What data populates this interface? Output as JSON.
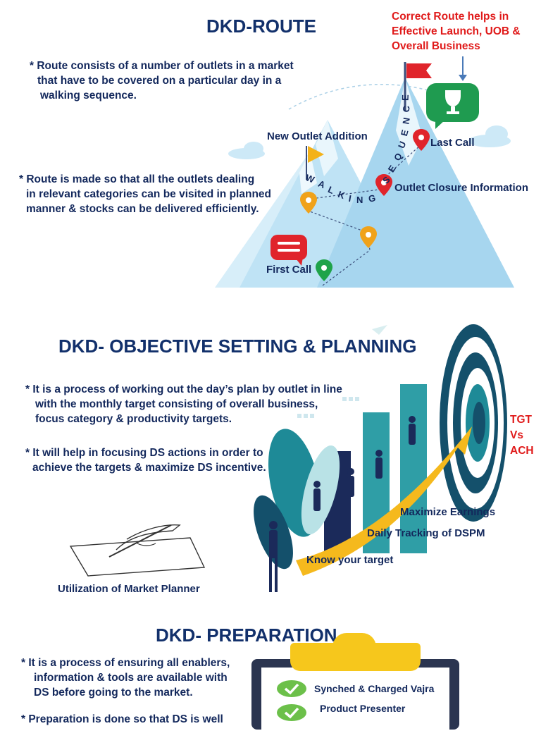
{
  "route": {
    "title": "DKD-ROUTE",
    "p1_l1": "* Route consists of a number of outlets in a market",
    "p1_l2": "that have to be covered on a particular day in a",
    "p1_l3": "walking sequence.",
    "p2_l1": "* Route is made so that all the outlets dealing",
    "p2_l2": "in relevant categories can be visited in planned",
    "p2_l3": "manner & stocks can be delivered efficiently.",
    "callout_l1": "Correct Route helps in",
    "callout_l2": "Effective Launch, UOB &",
    "callout_l3": "Overall Business",
    "label_new_outlet": "New Outlet Addition",
    "label_last_call": "Last Call",
    "label_closure": "Outlet Closure Information",
    "label_first_call": "First Call",
    "walking_text": "WALKING SEQUENCE",
    "colors": {
      "red": "#e01a1a",
      "navy": "#13285c",
      "mountain": "#bfe3f5"
    }
  },
  "objective": {
    "title": "DKD- OBJECTIVE SETTING & PLANNING",
    "p1_l1": "*  It is a process of working out the day’s plan by outlet in line",
    "p1_l2": "with the monthly target consisting of overall business,",
    "p1_l3": "focus category & productivity targets.",
    "p2_l1": "* It will help in focusing DS actions in order to",
    "p2_l2": "achieve the targets & maximize DS incentive.",
    "tgt_l1": "TGT",
    "tgt_l2": "Vs",
    "tgt_l3": "ACH",
    "label_maximize": "Maximize Earnings",
    "label_tracking": "Daily Tracking of DSPM",
    "label_know": "Know your target",
    "label_planner": "Utilization of Market Planner"
  },
  "preparation": {
    "title": "DKD- PREPARATION",
    "p1_l1": "*   It is a process of ensuring all enablers,",
    "p1_l2": "information & tools are available with",
    "p1_l3": "DS before going to the market.",
    "p2_l1": "*   Preparation is done so that DS is well",
    "check1": "Synched & Charged Vajra",
    "check2": "Product Presenter"
  }
}
